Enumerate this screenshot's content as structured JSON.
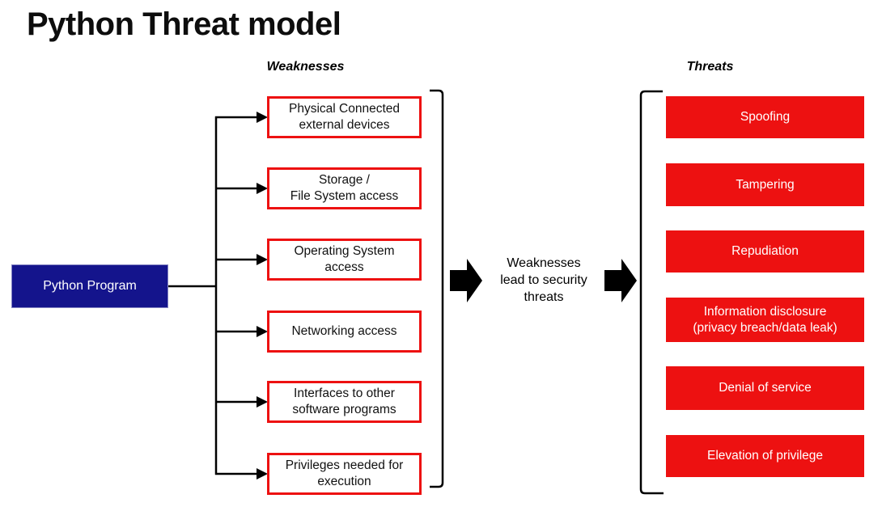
{
  "title": "Python Threat model",
  "columns": {
    "weaknesses_label": "Weaknesses",
    "threats_label": "Threats"
  },
  "source_node": {
    "label": "Python Program"
  },
  "weaknesses": [
    {
      "label": "Physical Connected\nexternal devices"
    },
    {
      "label": "Storage /\nFile System access"
    },
    {
      "label": "Operating System\naccess"
    },
    {
      "label": "Networking access"
    },
    {
      "label": "Interfaces to other\nsoftware programs"
    },
    {
      "label": "Privileges needed for\nexecution"
    }
  ],
  "threats": [
    {
      "label": "Spoofing"
    },
    {
      "label": "Tampering"
    },
    {
      "label": "Repudiation"
    },
    {
      "label": "Information disclosure\n(privacy breach/data leak)"
    },
    {
      "label": "Denial of service"
    },
    {
      "label": "Elevation of privilege"
    }
  ],
  "middle_caption": "Weaknesses\nlead to security\nthreats",
  "colors": {
    "accent_red": "#ED1111",
    "navy_blue": "#14148C",
    "line_black": "#000000"
  }
}
